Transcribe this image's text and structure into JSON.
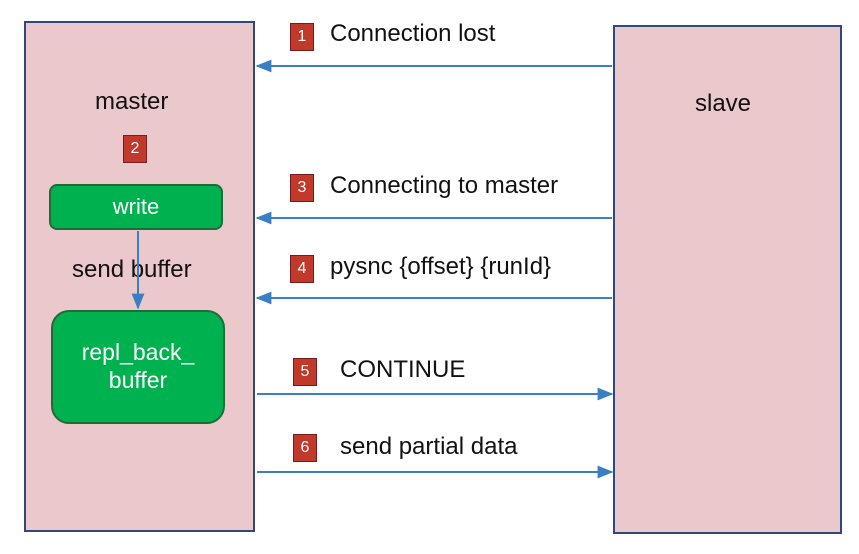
{
  "master": {
    "title": "master",
    "step": "2",
    "write_label": "write",
    "send_buffer_label": "send buffer",
    "buffer_line1": "repl_back_",
    "buffer_line2": "buffer"
  },
  "slave": {
    "title": "slave"
  },
  "steps": [
    {
      "num": "1",
      "text": "Connection lost",
      "direction": "slave-to-master"
    },
    {
      "num": "3",
      "text": "Connecting to master",
      "direction": "slave-to-master"
    },
    {
      "num": "4",
      "text": "pysnc {offset} {runId}",
      "direction": "slave-to-master"
    },
    {
      "num": "5",
      "text": "CONTINUE",
      "direction": "master-to-slave"
    },
    {
      "num": "6",
      "text": "send partial data",
      "direction": "master-to-slave"
    }
  ],
  "colors": {
    "panel": "#ebc8cb",
    "panel_border": "#2f4a7a",
    "badge": "#c0392b",
    "green": "#00b14f",
    "arrow": "#3a7fc2"
  }
}
